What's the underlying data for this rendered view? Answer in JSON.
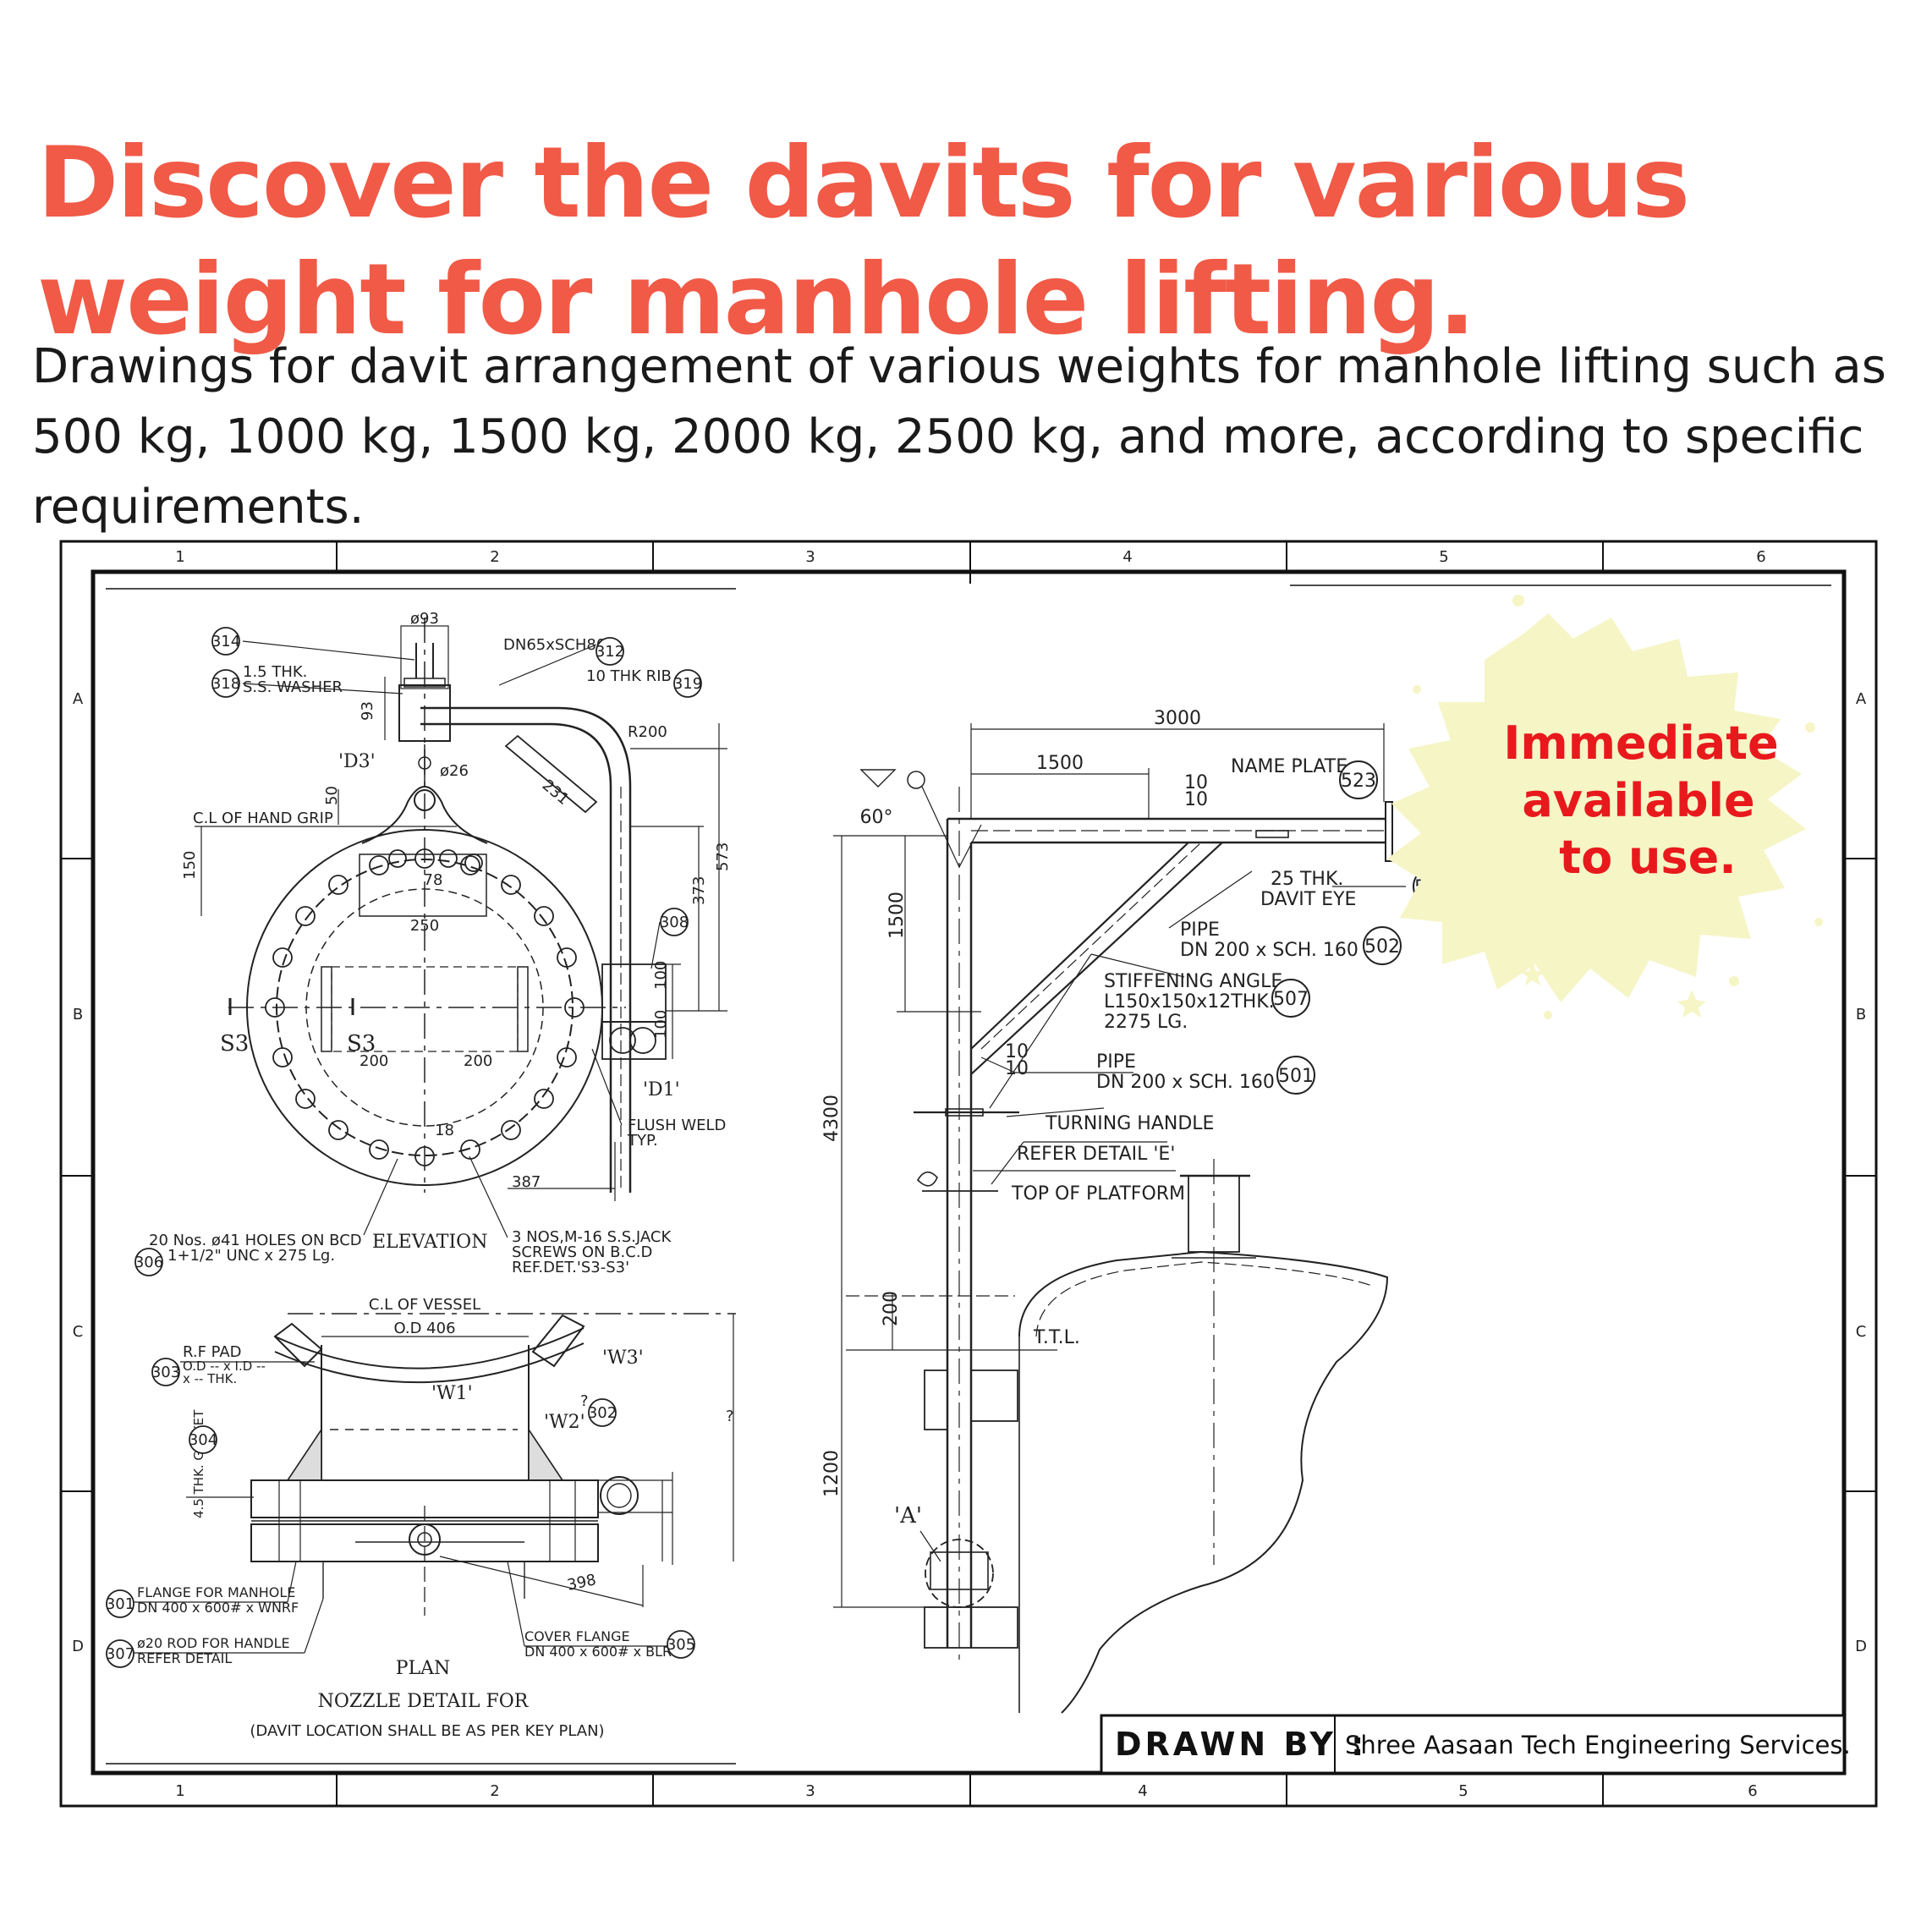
{
  "headline": "Discover the davits for various weight for manhole lifting.",
  "subtext": "Drawings for davit arrangement of various weights for manhole lifting such as 500 kg, 1000 kg, 1500 kg, 2000 kg, 2500 kg, and more, according to specific requirements.",
  "badge": {
    "line1": "Immediate",
    "line2": "available",
    "line3": "to use.",
    "text_color": "#e8191c",
    "burst_color": "#f6f5c6"
  },
  "frame": {
    "columns": [
      "1",
      "2",
      "3",
      "4",
      "5",
      "6"
    ],
    "rows": [
      "A",
      "B",
      "C",
      "D"
    ]
  },
  "title_block": {
    "label": "DRAWN BY :",
    "company": "Shree Aasaan Tech Engineering Services."
  },
  "elevation": {
    "title": "ELEVATION",
    "labels": {
      "phi93": "ø93",
      "dn65": "DN65xSCH80",
      "rib": "10 THK RIB",
      "washer1": "1.5 THK.",
      "washer2": "S.S. WASHER",
      "r200": "R200",
      "d3": "'D3'",
      "phi26": "ø26",
      "d93": "93",
      "d50": "50",
      "d231": "231",
      "clgrip": "C.L OF HAND GRIP",
      "d150": "150",
      "d78": "78",
      "d250": "250",
      "d573": "573",
      "d373": "373",
      "d100a": "100",
      "d100b": "100",
      "s3a": "S3",
      "s3b": "S3",
      "d200a": "200",
      "d200b": "200",
      "d1": "'D1'",
      "flush1": "FLUSH WELD",
      "flush2": "TYP.",
      "d18": "18",
      "d387": "387",
      "holes1": "20 Nos. ø41 HOLES ON BCD",
      "holes2": "1+1/2\" UNC x 275 Lg.",
      "jack1": "3 NOS,M-16 S.S.JACK",
      "jack2": "SCREWS ON B.C.D",
      "jack3": "REF.DET.'S3-S3'"
    },
    "balloons": [
      "314",
      "318",
      "312",
      "319",
      "308",
      "306"
    ]
  },
  "plan": {
    "title": "PLAN",
    "subtitle": "NOZZLE DETAIL FOR",
    "note": "(DAVIT LOCATION SHALL BE AS PER KEY PLAN)",
    "labels": {
      "clv": "C.L OF VESSEL",
      "od406": "O.D 406",
      "rfpad": "R.F PAD",
      "odid": "O.D -- x I.D --",
      "thk": "x -- THK.",
      "w1": "'W1'",
      "w2": "'W2'",
      "w3": "'W3'",
      "q1": "?",
      "q2": "?",
      "gasket": "4.5 THK. GASKET",
      "d398": "398",
      "flange1": "FLANGE FOR MANHOLE",
      "flange2": "DN 400 x 600# x WNRF",
      "rod1": "ø20 ROD FOR HANDLE",
      "rod2": "REFER DETAIL",
      "cover1": "COVER FLANGE",
      "cover2": "DN 400 x 600# x BLRF"
    },
    "balloons": [
      "303",
      "304",
      "302",
      "301",
      "307",
      "305"
    ]
  },
  "davit": {
    "labels": {
      "d3000": "3000",
      "d1500h": "1500",
      "d1500v": "1500",
      "deg60": "60°",
      "w10a": "10",
      "w10b": "10",
      "w10c": "10",
      "w10d": "10",
      "nameplate": "NAME PLATE",
      "eye1": "25 THK.",
      "eye2": "DAVIT EYE",
      "pipe1a": "PIPE",
      "pipe1b": "DN 200 x SCH. 160",
      "stiff1": "STIFFENING ANGLE",
      "stiff2": "L150x150x12THK.",
      "stiff3": "2275 LG.",
      "pipe2a": "PIPE",
      "pipe2b": "DN 200 x SCH. 160",
      "d4300": "4300",
      "turning": "TURNING HANDLE",
      "refer": "REFER DETAIL 'E'",
      "platform": "TOP OF PLATFORM",
      "d200": "200",
      "ttl": "T.T.L.",
      "d1200": "1200",
      "a": "'A'"
    },
    "balloons": [
      "523",
      "506",
      "502",
      "507",
      "501"
    ]
  }
}
